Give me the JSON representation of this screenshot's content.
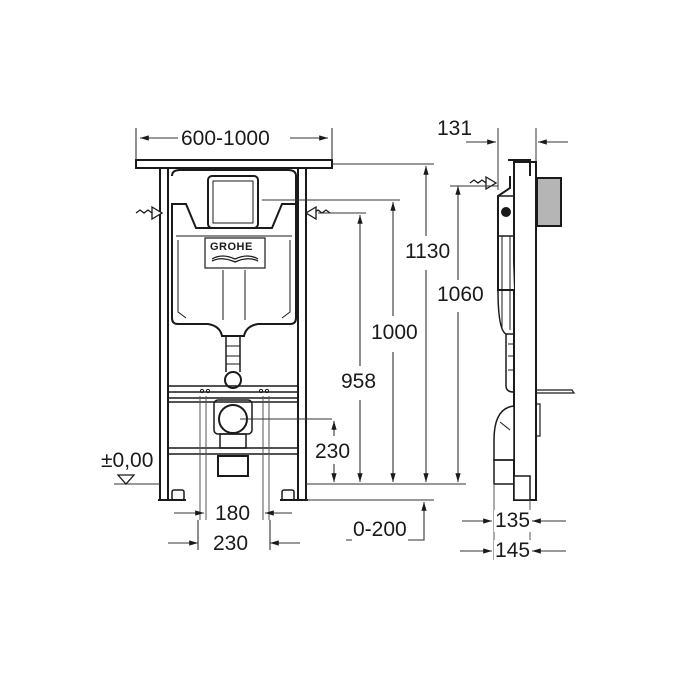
{
  "drawing": {
    "subject": "Concealed WC cistern frame dimension drawing",
    "brand_label": "GROHE",
    "colors": {
      "line": "#1a1a1a",
      "thin_line": "#555555",
      "background": "#ffffff",
      "shade": "#9a9a9a"
    }
  },
  "front_view": {
    "dimensions": {
      "width_range": "600-1000",
      "height_total": "1130",
      "height_inlet": "1000",
      "height_958": "958",
      "height_outlet": "230",
      "floor_level": "±0,00",
      "floor_adjust": "0-200",
      "fixing_inner": "180",
      "fixing_outer": "230"
    }
  },
  "side_view": {
    "dimensions": {
      "depth_top": "131",
      "height_inlet": "1060",
      "depth_bottom_inner": "135",
      "depth_bottom_outer": "145"
    }
  }
}
